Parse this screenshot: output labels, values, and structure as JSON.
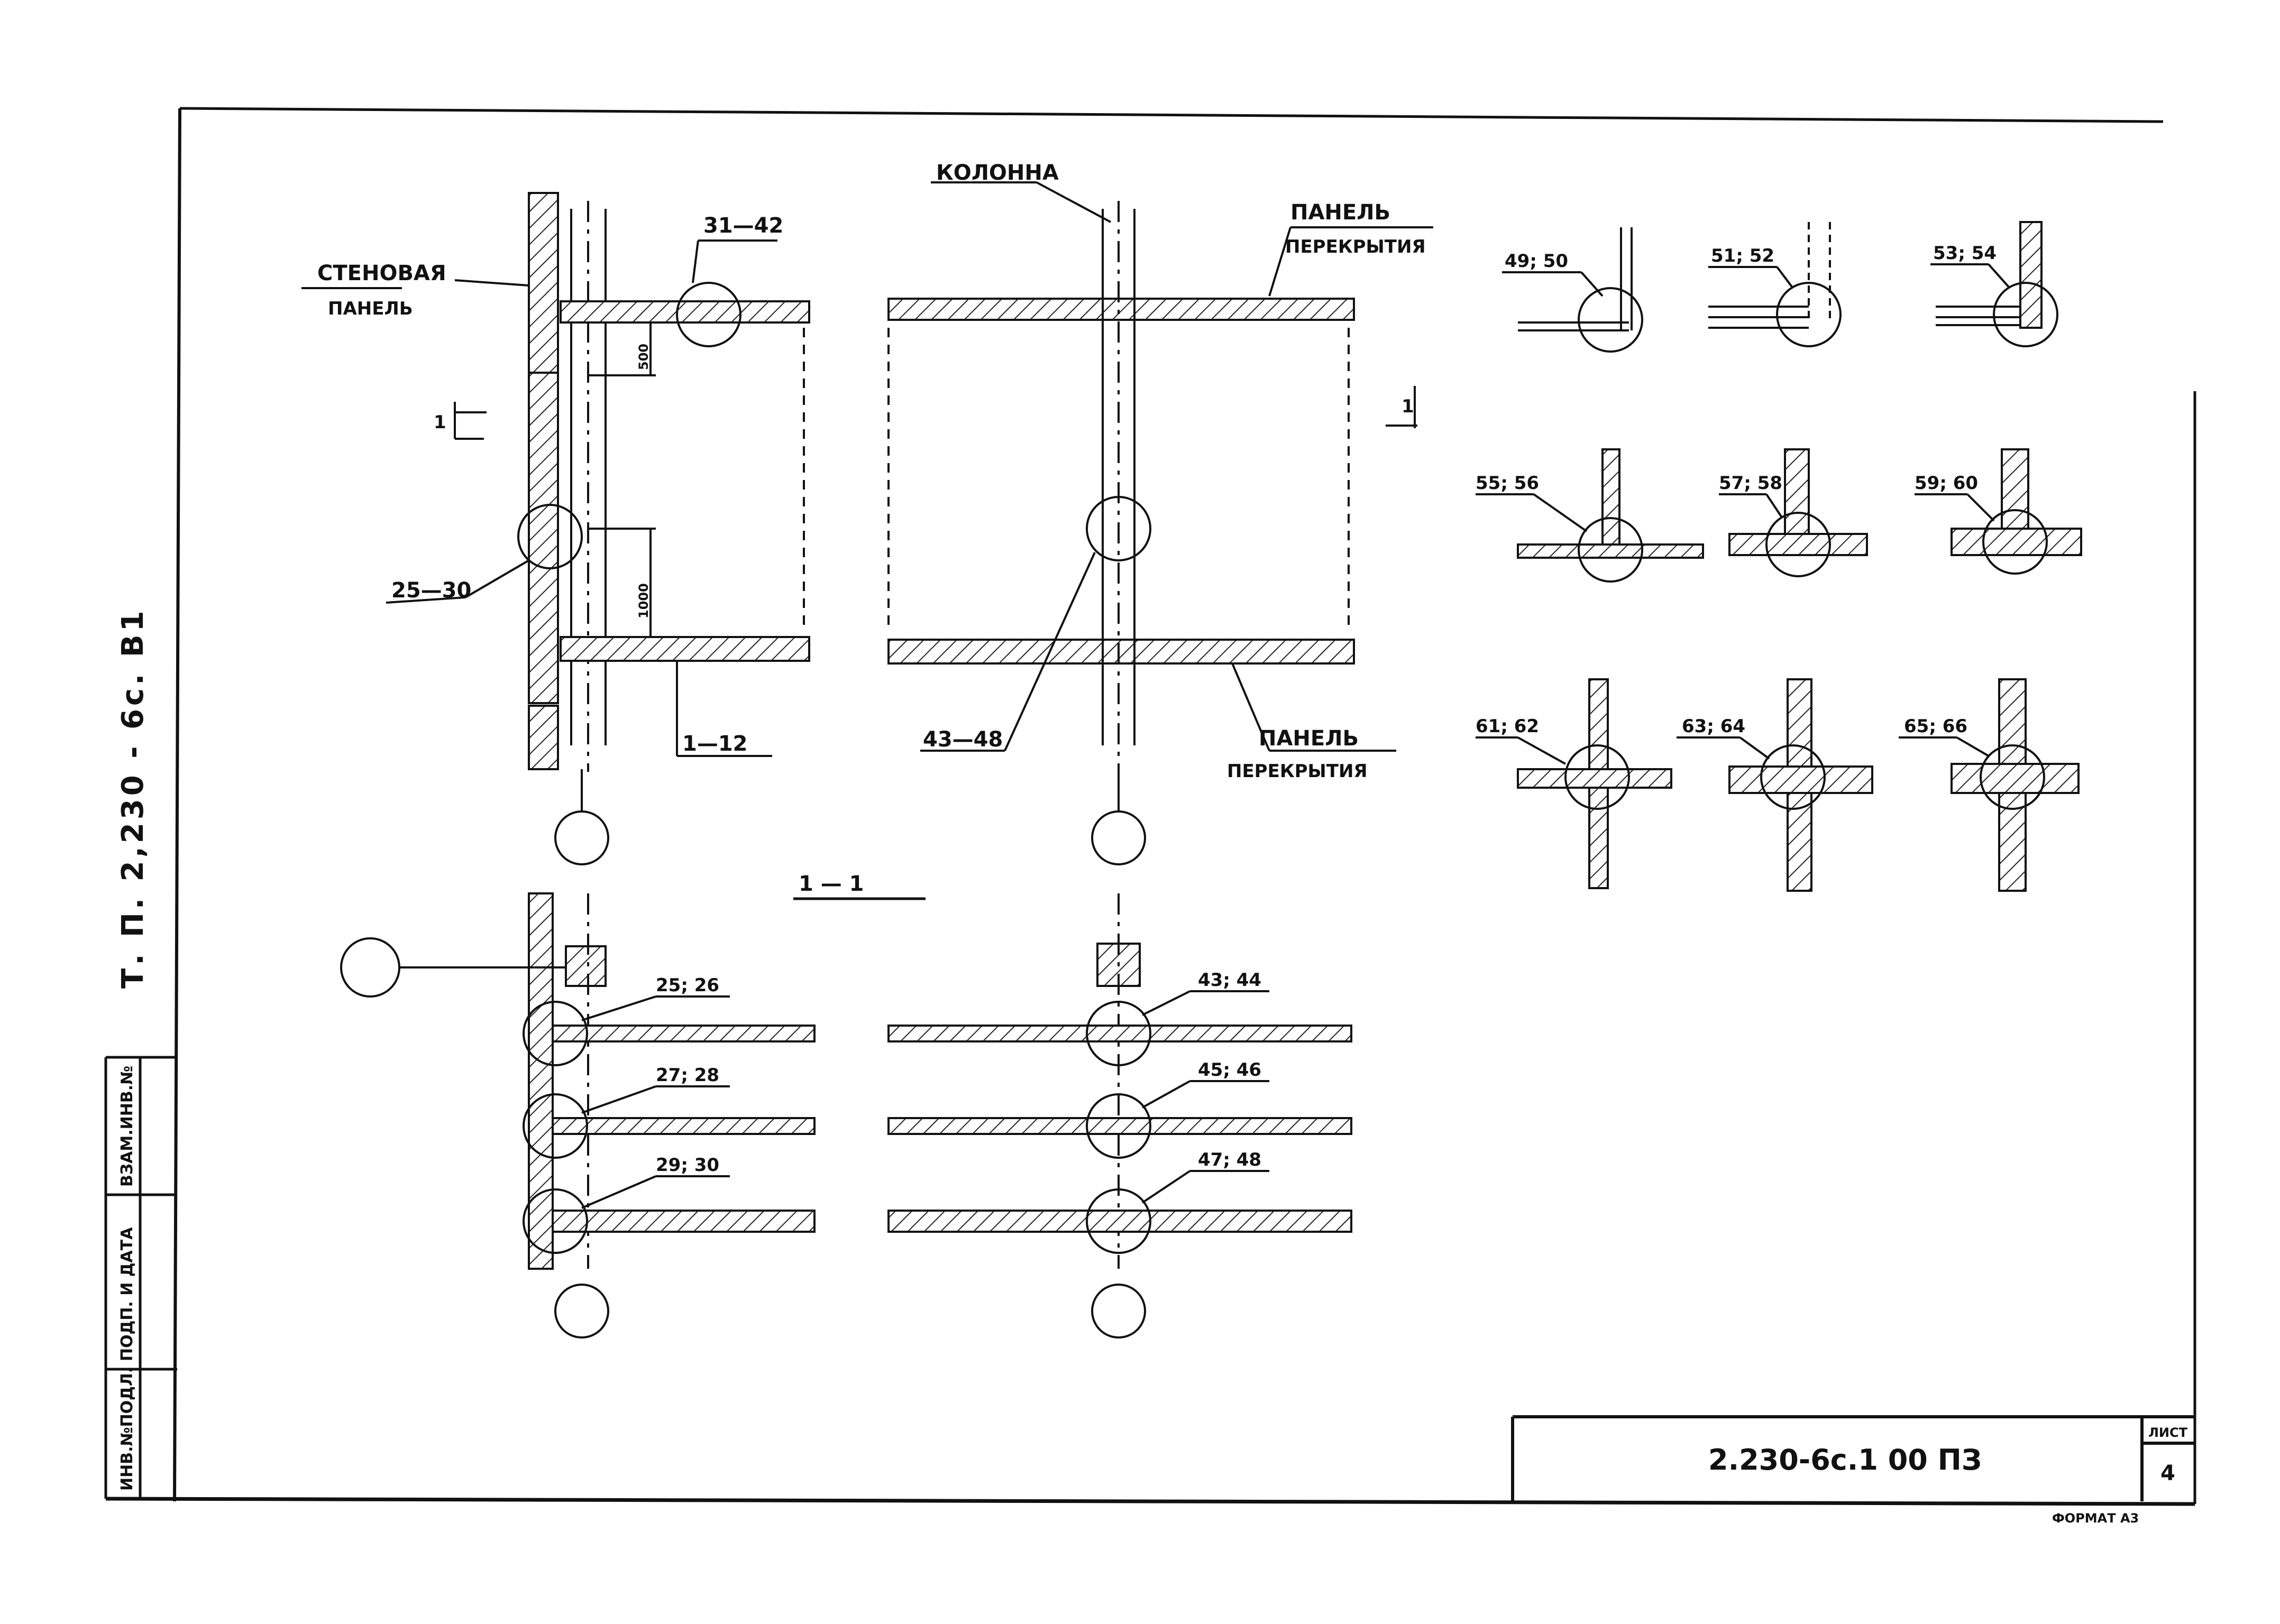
{
  "side_text": "Т. П.    2,230 - 6с.    В1",
  "stamp_columns": [
    "ИНВ.№ПОДЛ.",
    "ПОДП. И ДАТА",
    "ВЗАМ.ИНВ.№"
  ],
  "title_block": {
    "code": "2.230-6с.1 00 ПЗ",
    "sheet_label": "ЛИСТ",
    "sheet_number": "4"
  },
  "format_label": "ФОРМАТ А3",
  "labels": {
    "wall_panel_1": "СТЕНОВАЯ",
    "wall_panel_2": "ПАНЕЛЬ",
    "column": "КОЛОННА",
    "floor_panel_top_1": "ПАНЕЛЬ",
    "floor_panel_top_2": "ПЕРЕКРЫТИЯ",
    "floor_panel_bot_1": "ПАНЕЛЬ",
    "floor_panel_bot_2": "ПЕРЕКРЫТИЯ",
    "section_mark_left": "1",
    "section_mark_right": "1",
    "section_title": "1 — 1"
  },
  "dims": {
    "d500": "500",
    "d1000": "1000"
  },
  "callouts": {
    "c31_42": "31—42",
    "c25_30": "25—30",
    "c1_12": "1—12",
    "c43_48": "43—48",
    "c25_26": "25; 26",
    "c27_28": "27; 28",
    "c29_30": "29; 30",
    "c43_44": "43; 44",
    "c45_46": "45; 46",
    "c47_48": "47; 48",
    "c49_50": "49; 50",
    "c51_52": "51; 52",
    "c53_54": "53; 54",
    "c55_56": "55; 56",
    "c57_58": "57; 58",
    "c59_60": "59; 60",
    "c61_62": "61; 62",
    "c63_64": "63; 64",
    "c65_66": "65; 66"
  }
}
